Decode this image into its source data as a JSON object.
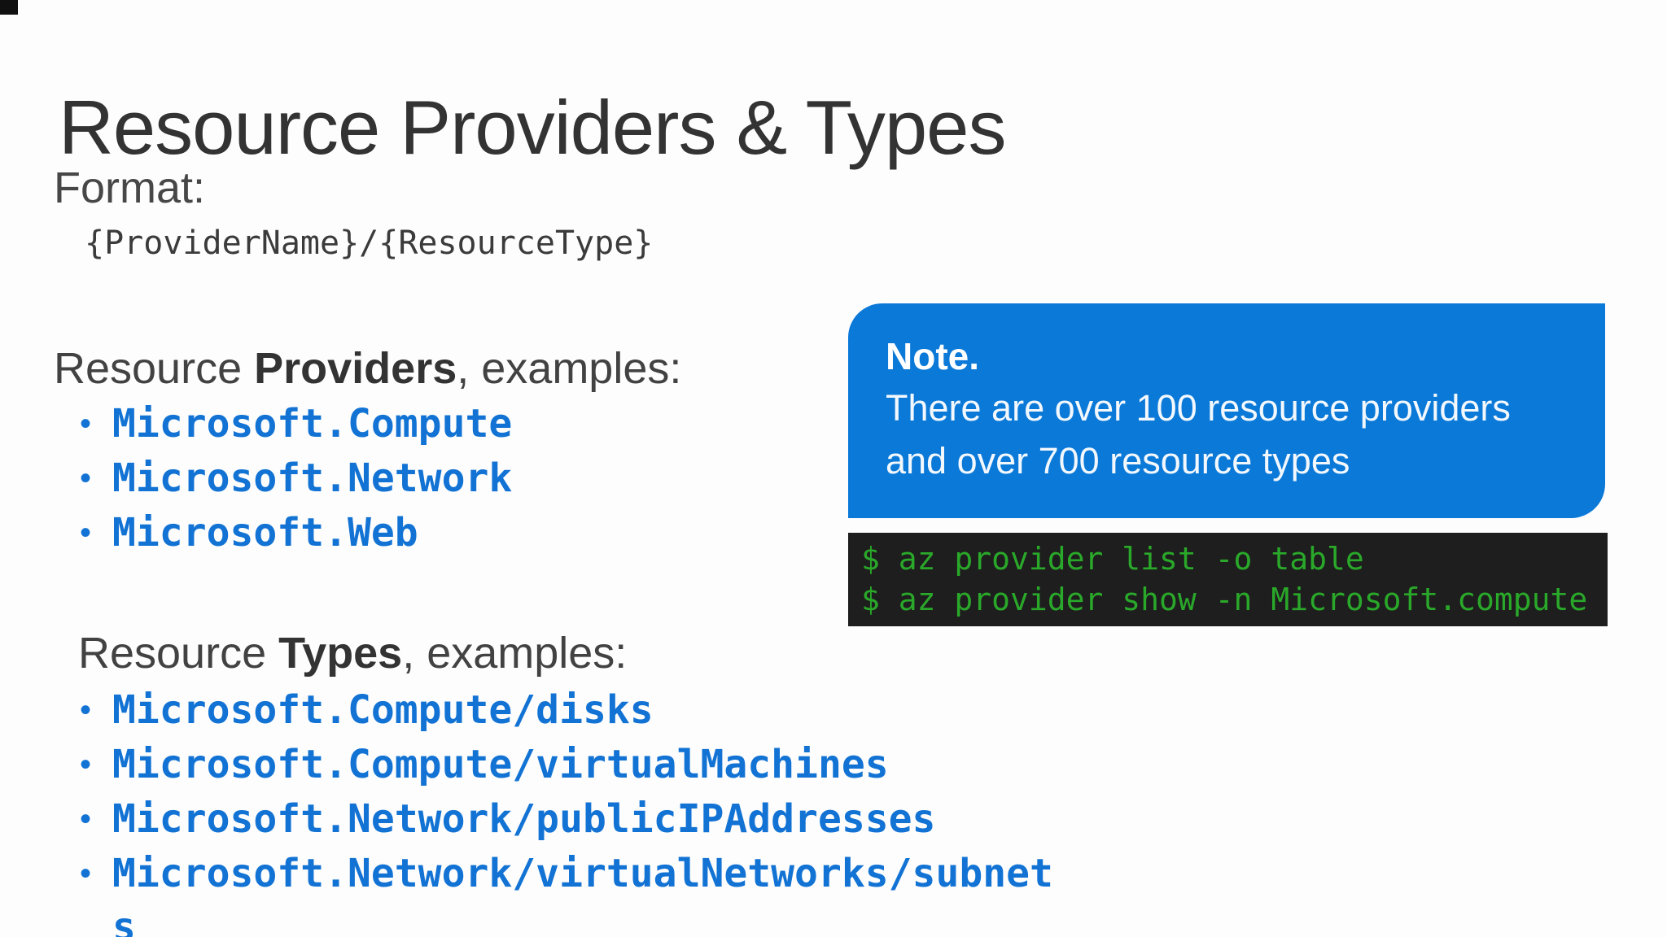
{
  "slide": {
    "title": "Resource Providers & Types",
    "format_label": "Format:",
    "format_code": "{ProviderName}/{ResourceType}",
    "bullet_char": "•",
    "providers_heading": {
      "prefix": "Resource ",
      "emph": "Providers",
      "suffix": ", examples:"
    },
    "providers": [
      "Microsoft.Compute",
      "Microsoft.Network",
      "Microsoft.Web"
    ],
    "types_heading": {
      "prefix": "Resource ",
      "emph": "Types",
      "suffix": ", examples:"
    },
    "types": [
      "Microsoft.Compute/disks",
      "Microsoft.Compute/virtualMachines",
      "Microsoft.Network/publicIPAddresses",
      "Microsoft.Network/virtualNetworks/subnets"
    ],
    "note": {
      "title": "Note.",
      "line1": "There are over 100 resource providers",
      "line2": "and over 700 resource types"
    },
    "terminal": {
      "line1": "$ az provider list -o table",
      "line2": "$ az provider show -n Microsoft.compute"
    },
    "colors": {
      "accent_blue": "#1273d4",
      "note_bg": "#0b79d8",
      "terminal_bg": "#1d1e1d",
      "terminal_green": "#2aa82a"
    }
  }
}
